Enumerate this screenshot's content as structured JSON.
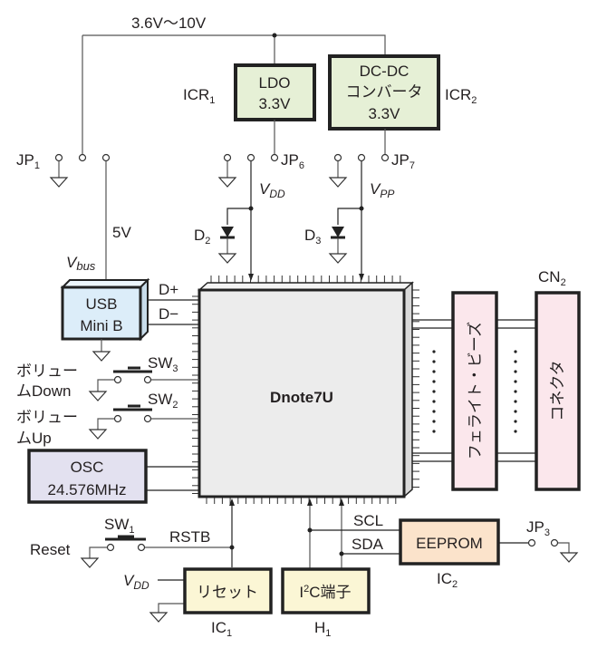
{
  "diagram": {
    "supply_label": "3.6V〜10V",
    "icr1": {
      "ref": "ICR",
      "ref_sub": "1",
      "line1": "LDO",
      "line2": "3.3V"
    },
    "icr2": {
      "ref": "ICR",
      "ref_sub": "2",
      "line1": "DC-DC",
      "line2": "コンバータ",
      "line3": "3.3V"
    },
    "jp1": {
      "ref": "JP",
      "ref_sub": "1"
    },
    "jp6": {
      "ref": "JP",
      "ref_sub": "6"
    },
    "jp7": {
      "ref": "JP",
      "ref_sub": "7"
    },
    "jp3": {
      "ref": "JP",
      "ref_sub": "3"
    },
    "vdd": {
      "main": "V",
      "sub": "DD"
    },
    "vpp": {
      "main": "V",
      "sub": "PP"
    },
    "vbus": {
      "main": "V",
      "sub": "bus"
    },
    "five_v": "5V",
    "d2": {
      "ref": "D",
      "ref_sub": "2"
    },
    "d3": {
      "ref": "D",
      "ref_sub": "3"
    },
    "usb": {
      "line1": "USB",
      "line2": "Mini B",
      "dplus": "D+",
      "dminus": "D−"
    },
    "sw3": {
      "ref": "SW",
      "ref_sub": "3",
      "label_line1": "ボリュー",
      "label_line2": "ムDown"
    },
    "sw2": {
      "ref": "SW",
      "ref_sub": "2",
      "label_line1": "ボリュー",
      "label_line2": "ムUp"
    },
    "sw1": {
      "ref": "SW",
      "ref_sub": "1",
      "label": "Reset",
      "net": "RSTB"
    },
    "osc": {
      "line1": "OSC",
      "line2": "24.576MHz"
    },
    "mcu": {
      "name": "Dnote7U"
    },
    "ferrite": {
      "label": "フェライト・ビーズ"
    },
    "cn2": {
      "ref": "CN",
      "ref_sub": "2",
      "label": "コネクタ"
    },
    "ic1": {
      "ref": "IC",
      "ref_sub": "1",
      "label": "リセット"
    },
    "h1": {
      "ref": "H",
      "ref_sub": "1",
      "label_main": "I",
      "label_sup": "2",
      "label_rest": "C端子"
    },
    "ic2": {
      "ref": "IC",
      "ref_sub": "2",
      "label": "EEPROM"
    },
    "scl": "SCL",
    "sda": "SDA",
    "colors": {
      "regulator_fill": "#e6f0d6",
      "usb_fill": "#dcedf9",
      "osc_fill": "#e3e1f0",
      "mcu_fill": "#ececec",
      "ferrite_fill": "#fbe7ec",
      "ic_fill": "#fbf6d5",
      "eeprom_fill": "#fbe3cb"
    }
  }
}
